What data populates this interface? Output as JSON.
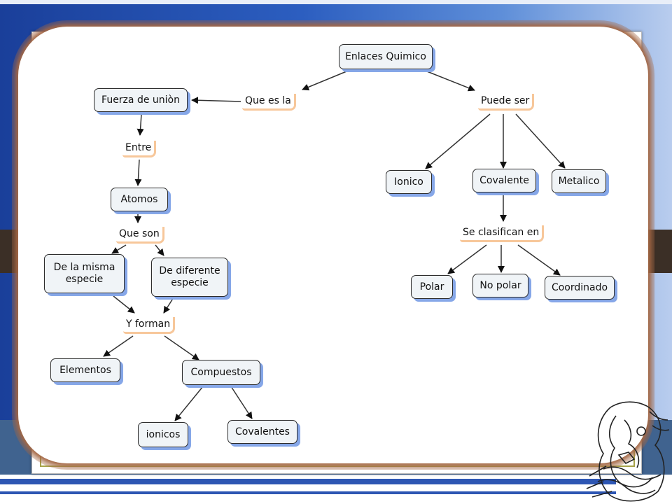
{
  "concept_map": {
    "nodes": {
      "enlaces": "Enlaces Quimico",
      "fuerza": "Fuerza de uniòn",
      "atomos": "Atomos",
      "misma": "De la misma especie",
      "diferente": "De diferente especie",
      "elementos": "Elementos",
      "compuestos": "Compuestos",
      "ionicos": "ionicos",
      "covalentes": "Covalentes",
      "ionico": "Ionico",
      "covalente": "Covalente",
      "metalico": "Metalico",
      "polar": "Polar",
      "nopolar": "No polar",
      "coordinado": "Coordinado"
    },
    "links": {
      "que_es_la": "Que es la",
      "puede_ser": "Puede ser",
      "entre": "Entre",
      "que_son": "Que son",
      "y_forman": "Y forman",
      "se_clasifican": "Se clasifican en"
    }
  },
  "colors": {
    "node_fill": "#f0f4f7",
    "node_shadow": "#86a7e8",
    "link_accent": "#f7c79a",
    "card_border": "#a46744"
  },
  "icons": {
    "emblem": "university-seal-emblem"
  }
}
